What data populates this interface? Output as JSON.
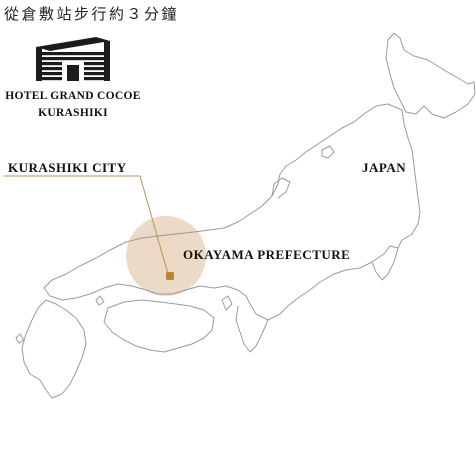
{
  "caption": "從倉敷站步行約３分鐘",
  "brand": {
    "logo_icon": "hotel-building-logo-icon",
    "line1": "HOTEL GRAND COCOE",
    "line2": "KURASHIKI"
  },
  "map": {
    "city_label": "KURASHIKI CITY",
    "country_label": "JAPAN",
    "prefecture_label": "OKAYAMA PREFECTURE",
    "highlight_color": "#ecd9c6",
    "marker_color": "#b8862e",
    "leader_color": "#b8935a",
    "coastline_color": "#9a9a9a"
  }
}
